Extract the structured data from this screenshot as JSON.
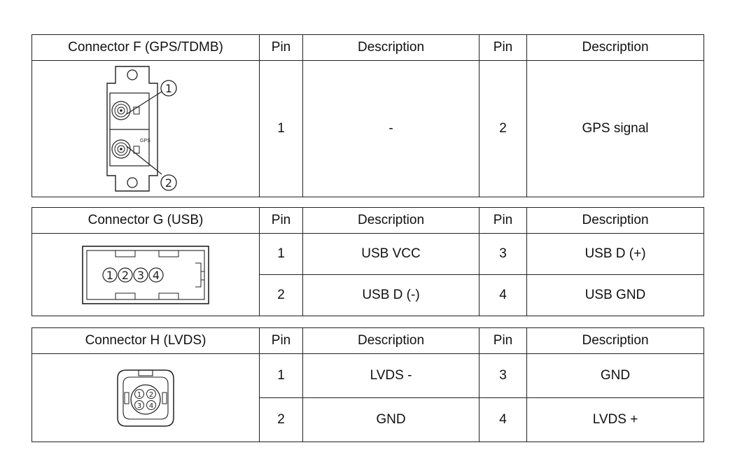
{
  "headers": {
    "pin": "Pin",
    "description": "Description"
  },
  "connector_f": {
    "title": "Connector F (GPS/TDMB)",
    "diagram": {
      "pin_labels": [
        "1",
        "2"
      ],
      "text_label": "GPS"
    },
    "rows": [
      {
        "pin_a": "1",
        "desc_a": "-",
        "pin_b": "2",
        "desc_b": "GPS signal"
      }
    ]
  },
  "connector_g": {
    "title": "Connector G (USB)",
    "diagram": {
      "pin_labels": [
        "1",
        "2",
        "3",
        "4"
      ]
    },
    "rows": [
      {
        "pin_a": "1",
        "desc_a": "USB VCC",
        "pin_b": "3",
        "desc_b": "USB D (+)"
      },
      {
        "pin_a": "2",
        "desc_a": "USB D (-)",
        "pin_b": "4",
        "desc_b": "USB GND"
      }
    ]
  },
  "connector_h": {
    "title": "Connector H (LVDS)",
    "diagram": {
      "pin_labels": [
        "1",
        "2",
        "3",
        "4"
      ]
    },
    "rows": [
      {
        "pin_a": "1",
        "desc_a": "LVDS -",
        "pin_b": "3",
        "desc_b": "GND"
      },
      {
        "pin_a": "2",
        "desc_a": "GND",
        "pin_b": "4",
        "desc_b": "LVDS +"
      }
    ]
  }
}
